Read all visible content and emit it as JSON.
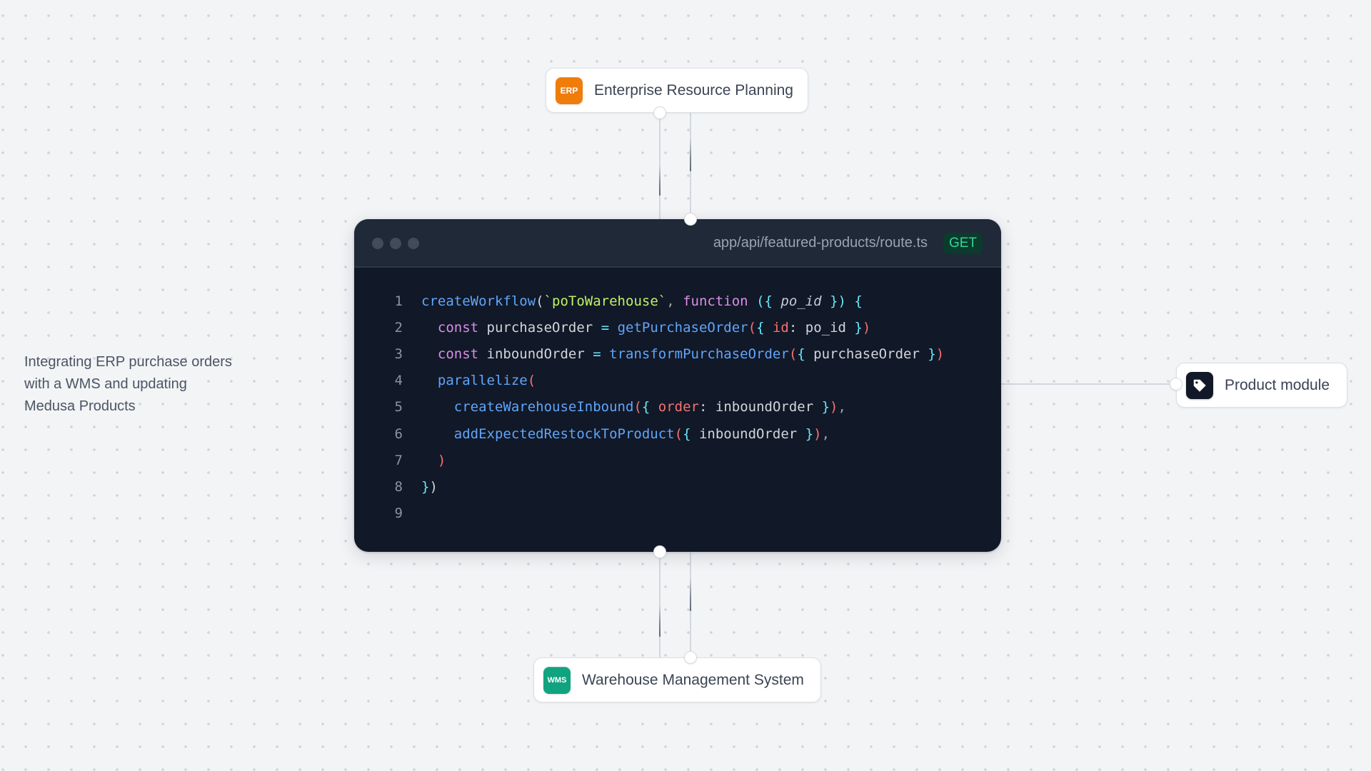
{
  "description": {
    "lines": [
      "Integrating ERP purchase orders",
      "with a WMS and updating",
      "Medusa Products"
    ]
  },
  "nodes": {
    "erp": {
      "badge": "ERP",
      "label": "Enterprise Resource Planning",
      "color": "#f07c0a"
    },
    "wms": {
      "badge": "WMS",
      "label": "Warehouse Management System",
      "color": "#10a37f"
    },
    "product": {
      "icon": "tag-icon",
      "label": "Product module",
      "color": "#111827"
    }
  },
  "code_window": {
    "path": "app/api/featured-products/route.ts",
    "method": "GET",
    "method_color": "#34d399",
    "lines": [
      {
        "n": "1",
        "tokens": [
          {
            "t": "createWorkflow",
            "c": "fn"
          },
          {
            "t": "(",
            "c": "pl"
          },
          {
            "t": "`poToWarehouse`",
            "c": "str"
          },
          {
            "t": ", ",
            "c": "pu"
          },
          {
            "t": "function",
            "c": "kw"
          },
          {
            "t": " ",
            "c": "pl"
          },
          {
            "t": "({",
            "c": "cy"
          },
          {
            "t": " ",
            "c": "pl"
          },
          {
            "t": "po_id",
            "c": "it"
          },
          {
            "t": " ",
            "c": "pl"
          },
          {
            "t": "})",
            "c": "cy"
          },
          {
            "t": " ",
            "c": "pl"
          },
          {
            "t": "{",
            "c": "cy"
          }
        ]
      },
      {
        "n": "2",
        "tokens": [
          {
            "t": "  ",
            "c": "pl"
          },
          {
            "t": "const",
            "c": "kw"
          },
          {
            "t": " purchaseOrder ",
            "c": "pl"
          },
          {
            "t": "=",
            "c": "cy"
          },
          {
            "t": " ",
            "c": "pl"
          },
          {
            "t": "getPurchaseOrder",
            "c": "fn"
          },
          {
            "t": "(",
            "c": "red"
          },
          {
            "t": "{",
            "c": "cy"
          },
          {
            "t": " ",
            "c": "pl"
          },
          {
            "t": "id",
            "c": "red"
          },
          {
            "t": ": po_id ",
            "c": "pl"
          },
          {
            "t": "}",
            "c": "cy"
          },
          {
            "t": ")",
            "c": "red"
          }
        ]
      },
      {
        "n": "3",
        "tokens": [
          {
            "t": "  ",
            "c": "pl"
          },
          {
            "t": "const",
            "c": "kw"
          },
          {
            "t": " inboundOrder ",
            "c": "pl"
          },
          {
            "t": "=",
            "c": "cy"
          },
          {
            "t": " ",
            "c": "pl"
          },
          {
            "t": "transformPurchaseOrder",
            "c": "fn"
          },
          {
            "t": "(",
            "c": "red"
          },
          {
            "t": "{",
            "c": "cy"
          },
          {
            "t": " purchaseOrder ",
            "c": "pl"
          },
          {
            "t": "}",
            "c": "cy"
          },
          {
            "t": ")",
            "c": "red"
          }
        ]
      },
      {
        "n": "4",
        "tokens": [
          {
            "t": "  ",
            "c": "pl"
          },
          {
            "t": "parallelize",
            "c": "fn"
          },
          {
            "t": "(",
            "c": "red"
          }
        ]
      },
      {
        "n": "5",
        "tokens": [
          {
            "t": "    ",
            "c": "pl"
          },
          {
            "t": "createWarehouseInbound",
            "c": "fn"
          },
          {
            "t": "(",
            "c": "red"
          },
          {
            "t": "{",
            "c": "cy"
          },
          {
            "t": " ",
            "c": "pl"
          },
          {
            "t": "order",
            "c": "red"
          },
          {
            "t": ": inboundOrder ",
            "c": "pl"
          },
          {
            "t": "}",
            "c": "cy"
          },
          {
            "t": ")",
            "c": "red"
          },
          {
            "t": ",",
            "c": "pu"
          }
        ]
      },
      {
        "n": "6",
        "tokens": [
          {
            "t": "    ",
            "c": "pl"
          },
          {
            "t": "addExpectedRestockToProduct",
            "c": "fn"
          },
          {
            "t": "(",
            "c": "red"
          },
          {
            "t": "{",
            "c": "cy"
          },
          {
            "t": " inboundOrder ",
            "c": "pl"
          },
          {
            "t": "}",
            "c": "cy"
          },
          {
            "t": ")",
            "c": "red"
          },
          {
            "t": ",",
            "c": "pu"
          }
        ]
      },
      {
        "n": "7",
        "tokens": [
          {
            "t": "  ",
            "c": "pl"
          },
          {
            "t": ")",
            "c": "red"
          }
        ]
      },
      {
        "n": "8",
        "tokens": [
          {
            "t": "}",
            "c": "cy"
          },
          {
            "t": ")",
            "c": "pl"
          }
        ]
      },
      {
        "n": "9",
        "tokens": []
      }
    ]
  },
  "colors": {
    "background": "#f3f4f6",
    "window_body": "#111827",
    "window_header": "#1f2937"
  }
}
